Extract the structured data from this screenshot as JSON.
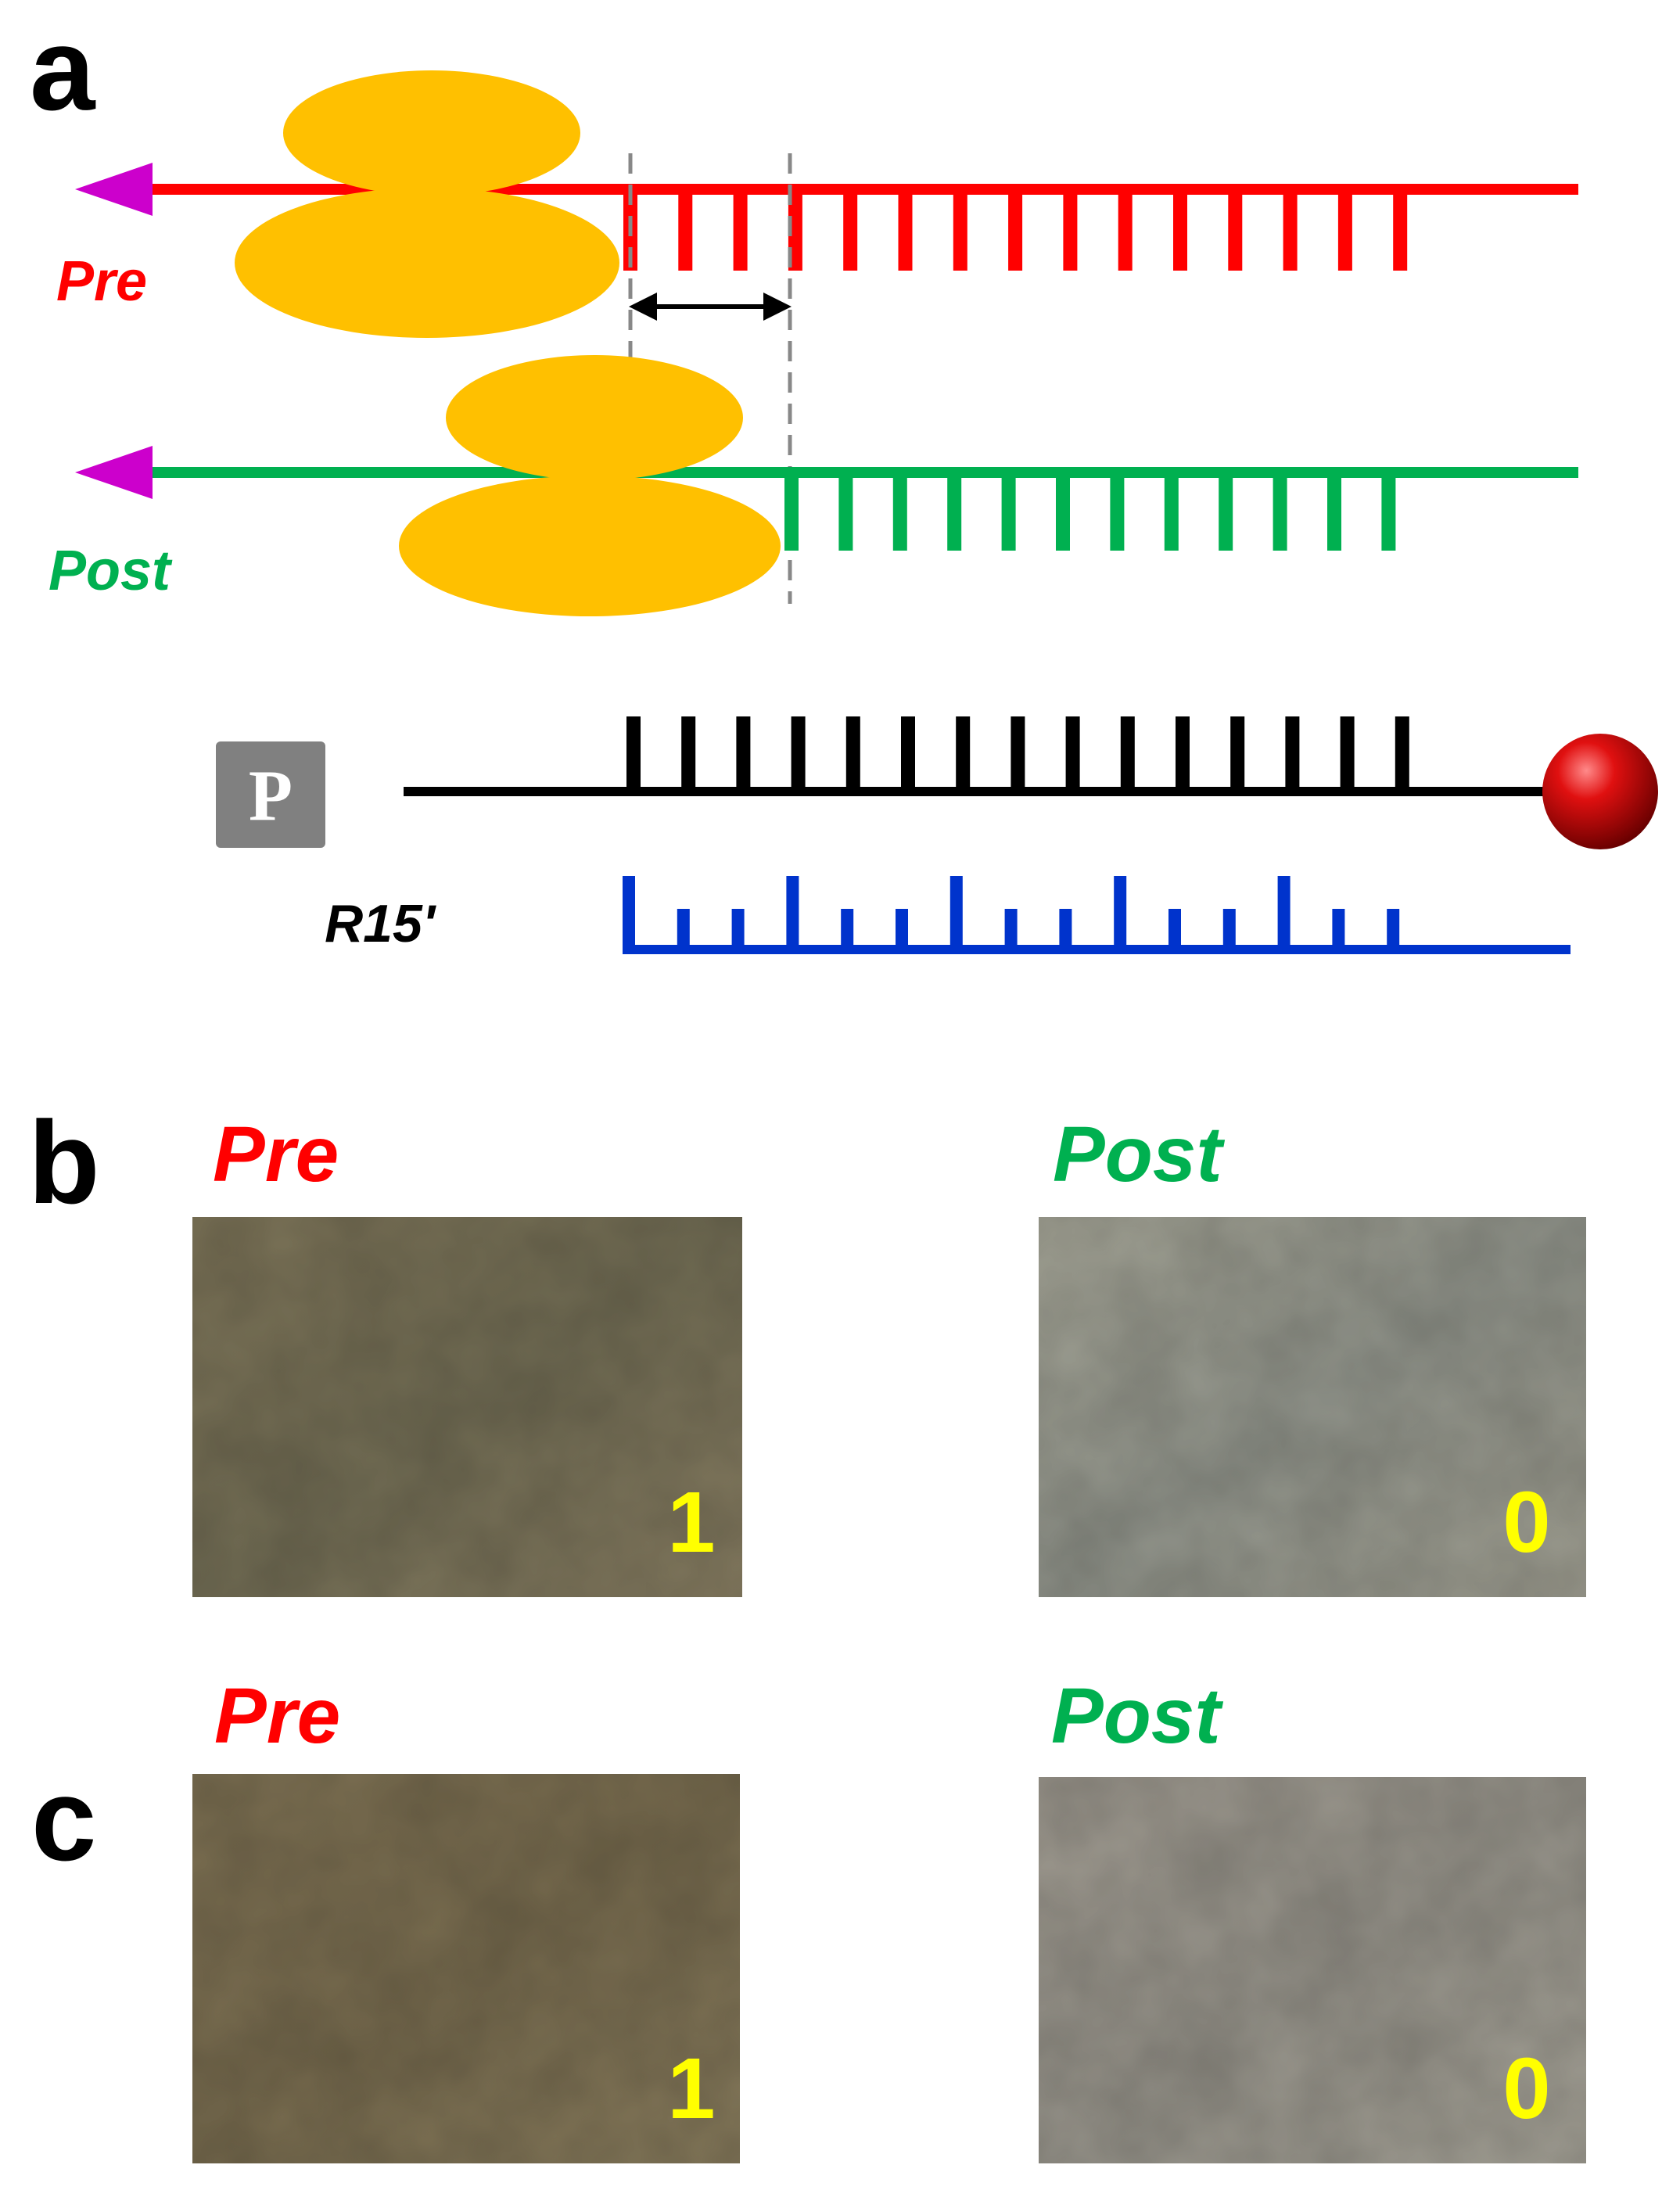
{
  "colors": {
    "pre": "#ff0000",
    "post": "#00b050",
    "ribosome": "#ffc000",
    "arrowhead": "#cc00cc",
    "probe_strand": "#000000",
    "reporter_strand": "#0033cc",
    "probe_box": "#808080",
    "bead": "#cc0000",
    "value_text": "#ffff00",
    "guide_line": "#888888"
  },
  "panel_a": {
    "letter": "a",
    "pre_label": "Pre",
    "post_label": "Post",
    "probe_label": "P",
    "reporter_label": "R15'",
    "icons": [
      "ribosome-icon",
      "bead-icon",
      "arrowhead-icon"
    ]
  },
  "panel_b": {
    "letter": "b",
    "left": {
      "label": "Pre",
      "value": "1",
      "tint": [
        "#7d7458",
        "#6f6a52",
        "#857b60"
      ]
    },
    "right": {
      "label": "Post",
      "value": "0",
      "tint": [
        "#a2a294",
        "#8e9188",
        "#9d9c8f"
      ]
    }
  },
  "panel_c": {
    "letter": "c",
    "left": {
      "label": "Pre",
      "value": "1",
      "tint": [
        "#7e7153",
        "#74684c",
        "#84785a"
      ]
    },
    "right": {
      "label": "Post",
      "value": "0",
      "tint": [
        "#9e998f",
        "#928f86",
        "#a3a095"
      ]
    }
  }
}
